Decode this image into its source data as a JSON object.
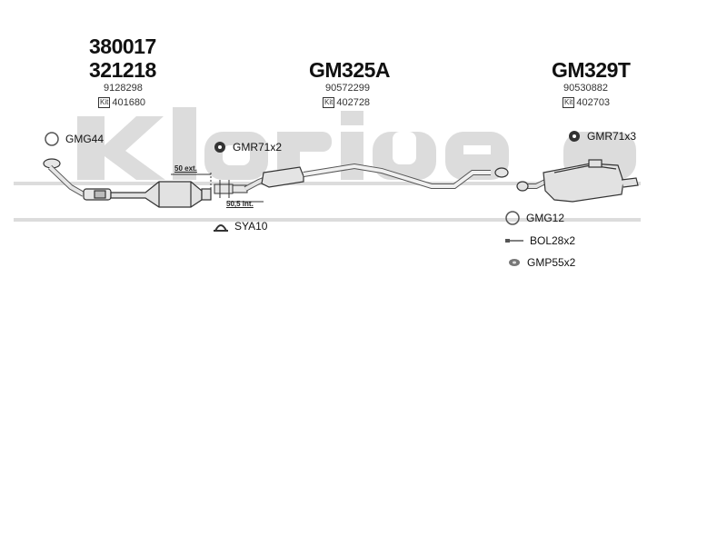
{
  "watermark": {
    "text": "Klarius",
    "color": "#d9d9d9"
  },
  "groups": [
    {
      "main_codes": [
        "380017",
        "321218"
      ],
      "oe_number": "9128298",
      "kit_label": "Kit",
      "kit_number": "401680"
    },
    {
      "main_codes": [
        "GM325A"
      ],
      "oe_number": "90572299",
      "kit_label": "Kit",
      "kit_number": "402728"
    },
    {
      "main_codes": [
        "GM329T"
      ],
      "oe_number": "90530882",
      "kit_label": "Kit",
      "kit_number": "402703"
    }
  ],
  "accessories": {
    "gmg44": "GMG44",
    "gmr71x2": "GMR71x2",
    "sya10": "SYA10",
    "gmr71x3": "GMR71x3",
    "gmg12": "GMG12",
    "bol28x2": "BOL28x2",
    "gmp55x2": "GMP55x2"
  },
  "dimensions": {
    "ext": "50 ext.",
    "int": "50,5 int."
  }
}
